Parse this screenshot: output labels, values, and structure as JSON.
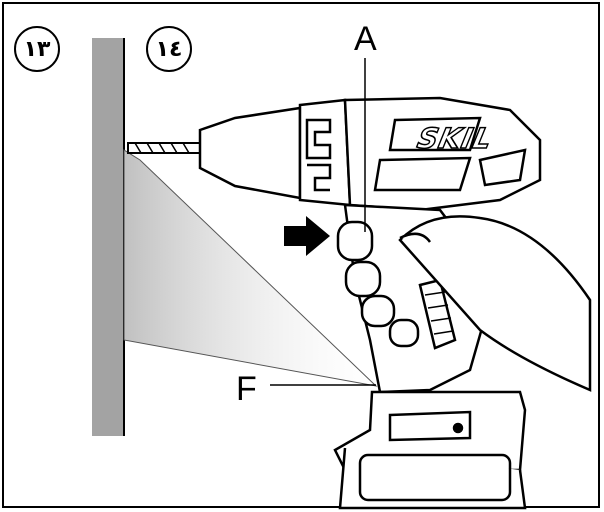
{
  "badges": [
    {
      "id": "step-13",
      "label": "١٣"
    },
    {
      "id": "step-14",
      "label": "١٤"
    }
  ],
  "callouts": {
    "a": "A",
    "f": "F"
  },
  "brand": "SKIL",
  "colors": {
    "wall": "#a3a3a3",
    "ink": "#000000",
    "light_beam": "#c9c9c9"
  }
}
